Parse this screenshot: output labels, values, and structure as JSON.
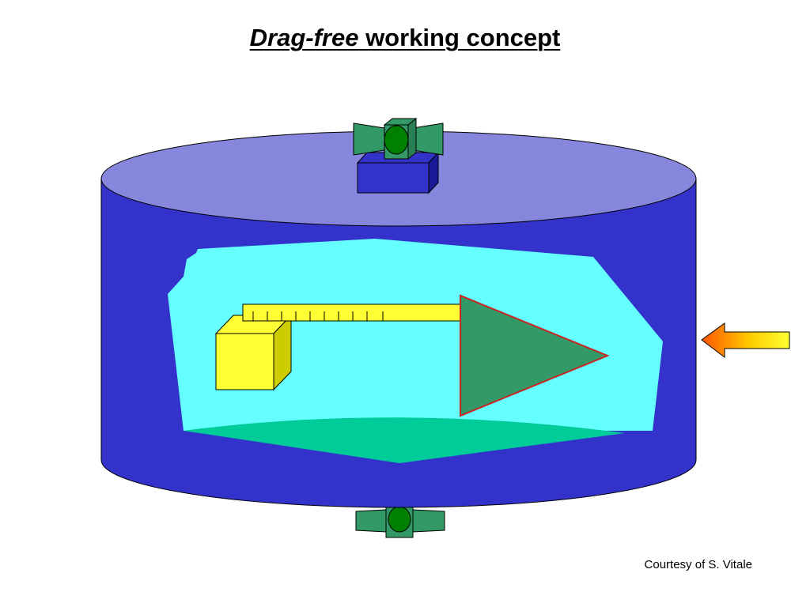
{
  "title": {
    "italic_part": "Drag-free",
    "plain_part": " working concept"
  },
  "credit": "Courtesy of S. Vitale",
  "icons": {
    "arrow": "left-arrow-icon",
    "thruster": "thruster-icon",
    "test_mass": "cube-icon",
    "sensor": "triangle-icon"
  },
  "colors": {
    "spacecraft_body": "#3333cc",
    "spacecraft_top": "#8686dd",
    "cavity": "#66ffff",
    "cavity_floor": "#00cc99",
    "test_mass": "#ffff33",
    "test_mass_side": "#cccc00",
    "sensor_triangle": "#339966",
    "sensor_outline": "#cc2222",
    "thruster_green": "#339966",
    "thruster_nozzle": "#008000",
    "arrow_start": "#ff5500",
    "arrow_end": "#ffff33"
  }
}
